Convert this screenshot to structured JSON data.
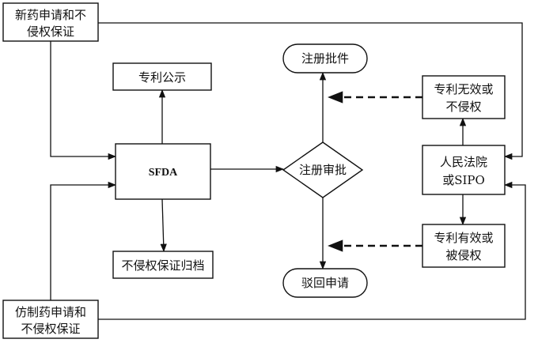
{
  "nodes": {
    "new_drug": [
      "新药申请和不",
      "侵权保证"
    ],
    "generic_drug": [
      "仿制药申请和",
      "不侵权保证"
    ],
    "sfda": "SFDA",
    "patent_publication": "专利公示",
    "non_infringement_archive": "不侵权保证归档",
    "registration_review": "注册审批",
    "registration_approval": "注册批件",
    "rejection": "驳回申请",
    "court_sipo": [
      "人民法院",
      "或SIPO"
    ],
    "patent_invalid": [
      "专利无效或",
      "不侵权"
    ],
    "patent_valid": [
      "专利有效或",
      "被侵权"
    ]
  }
}
